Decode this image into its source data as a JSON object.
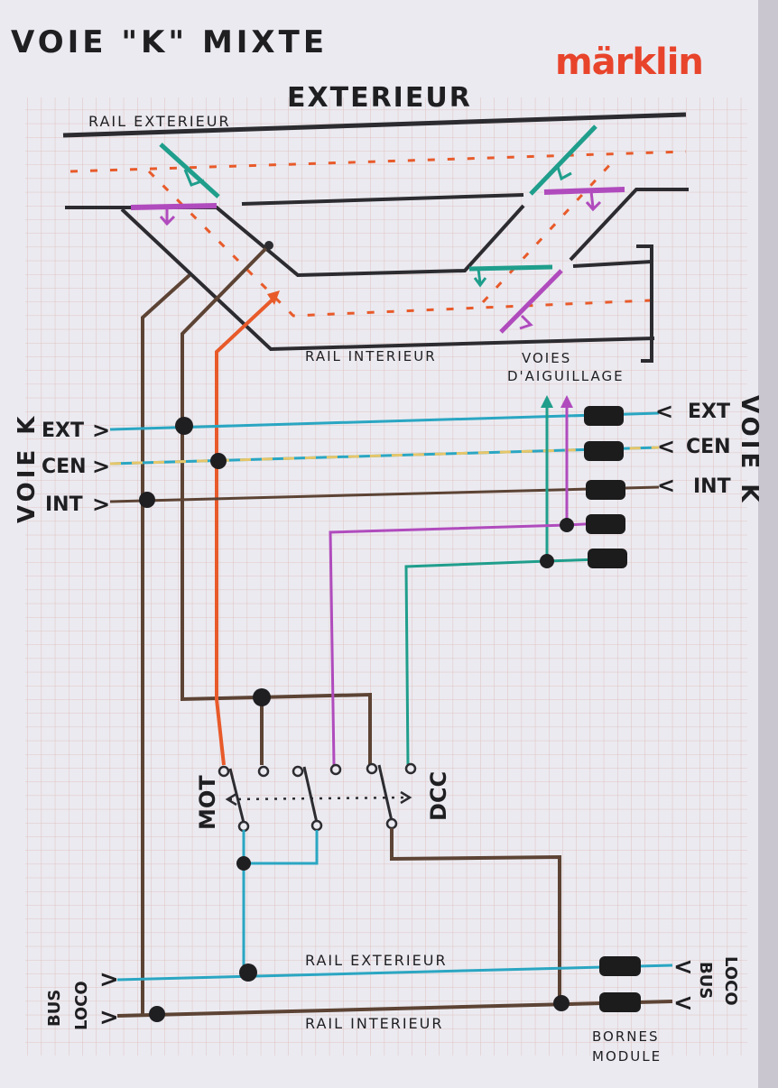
{
  "title": "VOIE \"K\" MIXTE",
  "brand": "märklin",
  "header_exterior": "EXTERIEUR",
  "track": {
    "rail_exterior_top": "RAIL EXTERIEUR",
    "rail_interior_mid": "RAIL INTERIEUR",
    "voies_line1": "VOIES",
    "voies_line2": "D'AIGUILLAGE"
  },
  "left_side": {
    "vertical_label": "VOIE K",
    "ext": "EXT",
    "cen": "CEN",
    "int": "INT",
    "bus_line1": "BUS",
    "bus_line2": "LOCO"
  },
  "right_side": {
    "vertical_label": "VOIE K",
    "ext": "EXT",
    "cen": "CEN",
    "int": "INT",
    "bus_line1": "BUS",
    "bus_line2": "LOCO"
  },
  "switch": {
    "mot": "MOT",
    "dcc": "DCC"
  },
  "bottom": {
    "rail_exterior": "RAIL EXTERIEUR",
    "rail_interior": "RAIL INTERIEUR",
    "bornes_line1": "BORNES",
    "bornes_line2": "MODULE"
  },
  "colors": {
    "paper": "#ebeaf0",
    "grid": "#dcb9b4",
    "brand_red": "#e8442c",
    "brown": "#5c4334",
    "teal": "#1f9e8c",
    "cyan": "#2aa6c2",
    "magenta": "#b04bbd",
    "orange": "#e85a2a",
    "yellow": "#e6c66a",
    "dark_rail": "#2c2c30"
  }
}
